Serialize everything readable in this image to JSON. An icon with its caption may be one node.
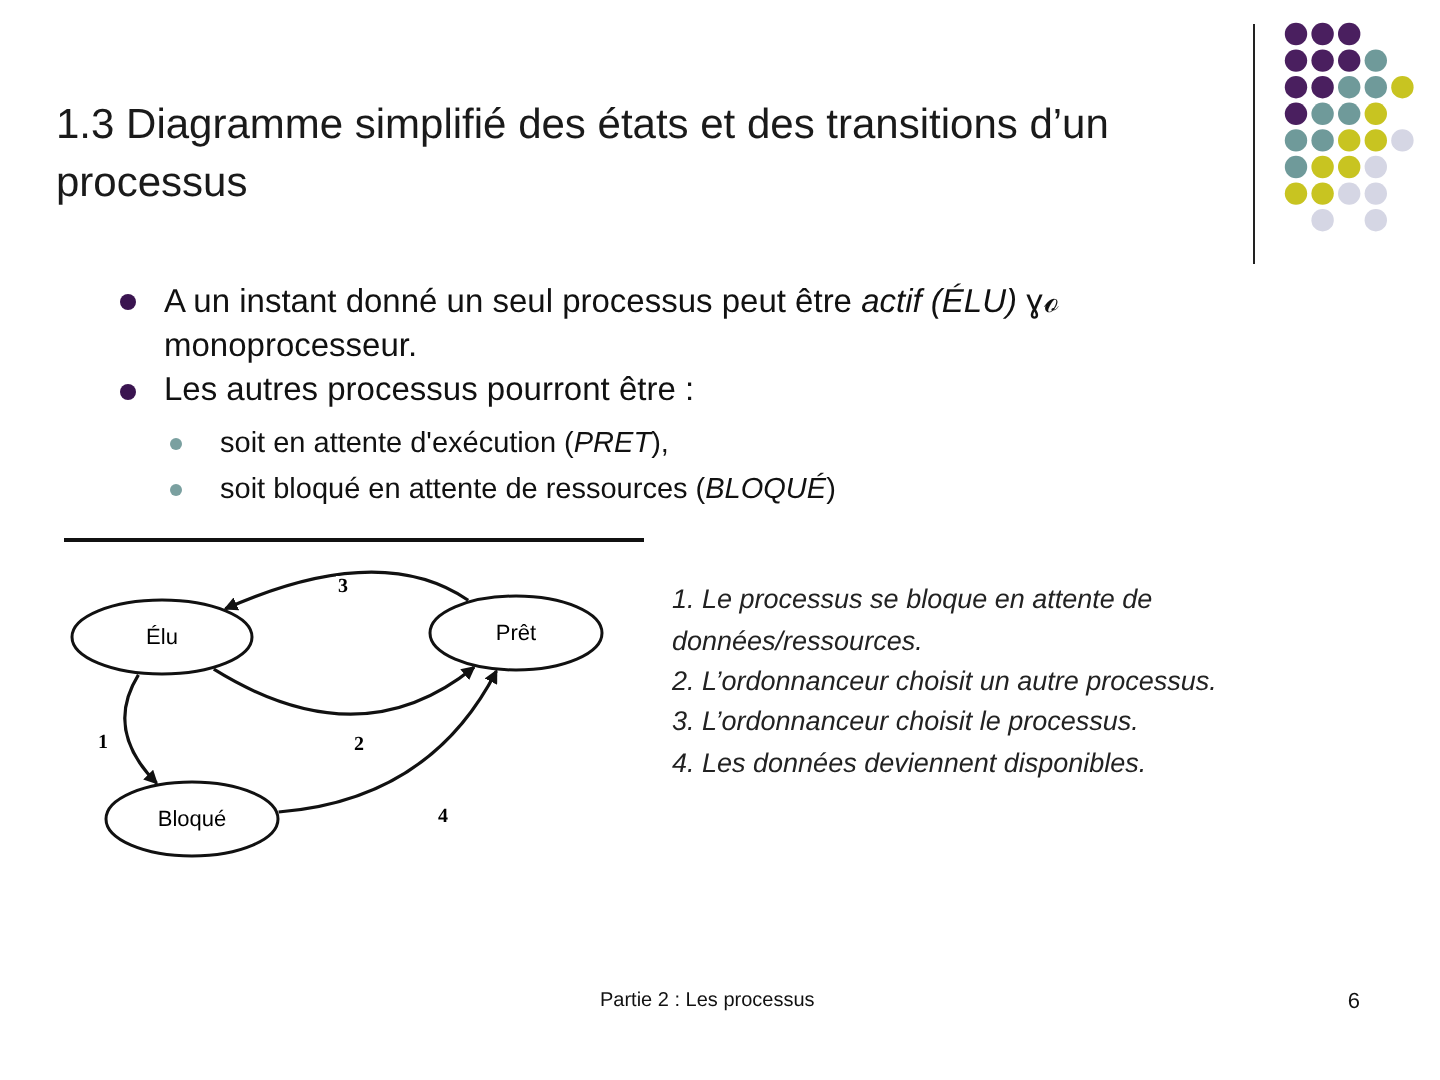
{
  "diagram": {
    "title": "1.3 Diagramme simplifié des états et des transitions d’un processus",
    "nodes": [
      {
        "text": [
          "Élu"
        ]
      },
      {
        "text": [
          "Prêt"
        ]
      },
      {
        "text": [
          "Bloqué"
        ]
      }
    ],
    "edges": [
      {
        "from": 1,
        "to": 0,
        "arrow": "to",
        "label": "3"
      },
      {
        "from": 0,
        "to": 1,
        "arrow": "to",
        "label": "2"
      },
      {
        "from": 0,
        "to": 2,
        "arrow": "to",
        "label": "1"
      },
      {
        "from": 2,
        "to": 1,
        "arrow": "to",
        "label": "4"
      }
    ],
    "labels": [
      "A un instant donné un seul processus peut être *actif (ÉLU)* ɣℴ monoprocesseur.",
      "Les autres processus pourront être :",
      "soit en attente d'exécution (*PRET*),",
      "soit bloqué en attente de ressources (*BLOQUÉ*)",
      "1. Le processus se bloque en attente de données/ressources.",
      "2. L’ordonnanceur choisit un autre processus.",
      "3. L’ordonnanceur choisit le processus.",
      "4. Les données deviennent disponibles.",
      "Partie 2 : Les processus",
      "6"
    ]
  }
}
